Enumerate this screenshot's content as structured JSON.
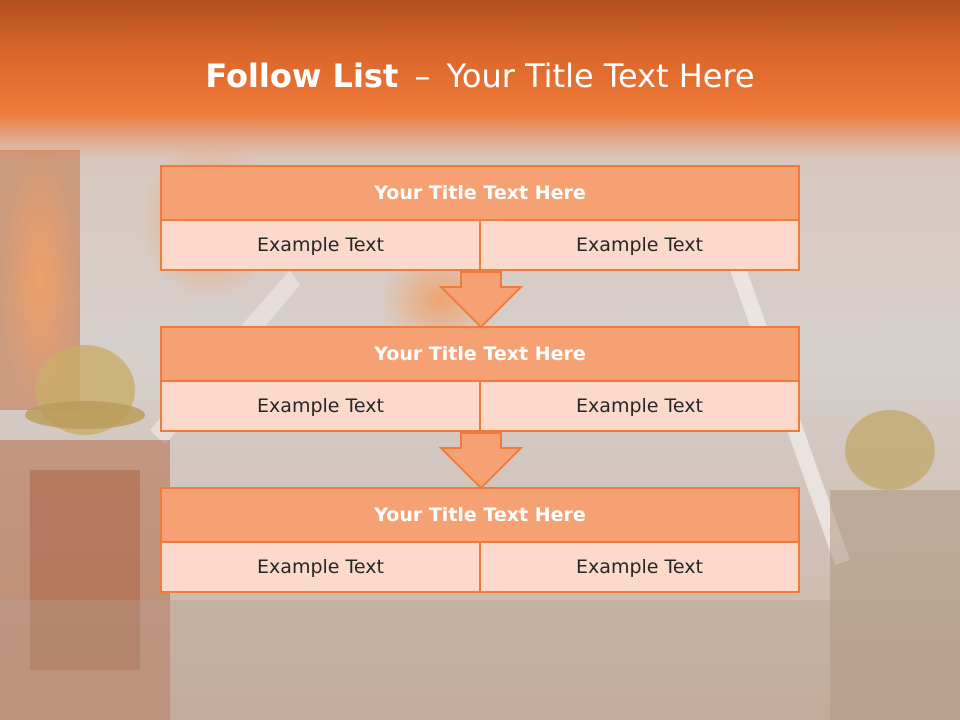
{
  "slide": {
    "title_bold": "Follow List",
    "title_separator": "–",
    "title_rest": "Your Title Text Here"
  },
  "blocks": [
    {
      "header": "Your Title Text Here",
      "left": "Example Text",
      "right": "Example Text"
    },
    {
      "header": "Your Title Text Here",
      "left": "Example Text",
      "right": "Example Text"
    },
    {
      "header": "Your Title Text Here",
      "left": "Example Text",
      "right": "Example Text"
    }
  ],
  "icons": [
    "down-arrow-icon",
    "down-arrow-icon"
  ],
  "colors": {
    "accent": "#ef7b3c",
    "header_fill": "#f6a174",
    "cell_fill": "#fbd9cb",
    "title_text": "#ffffff",
    "body_text": "#262626"
  }
}
